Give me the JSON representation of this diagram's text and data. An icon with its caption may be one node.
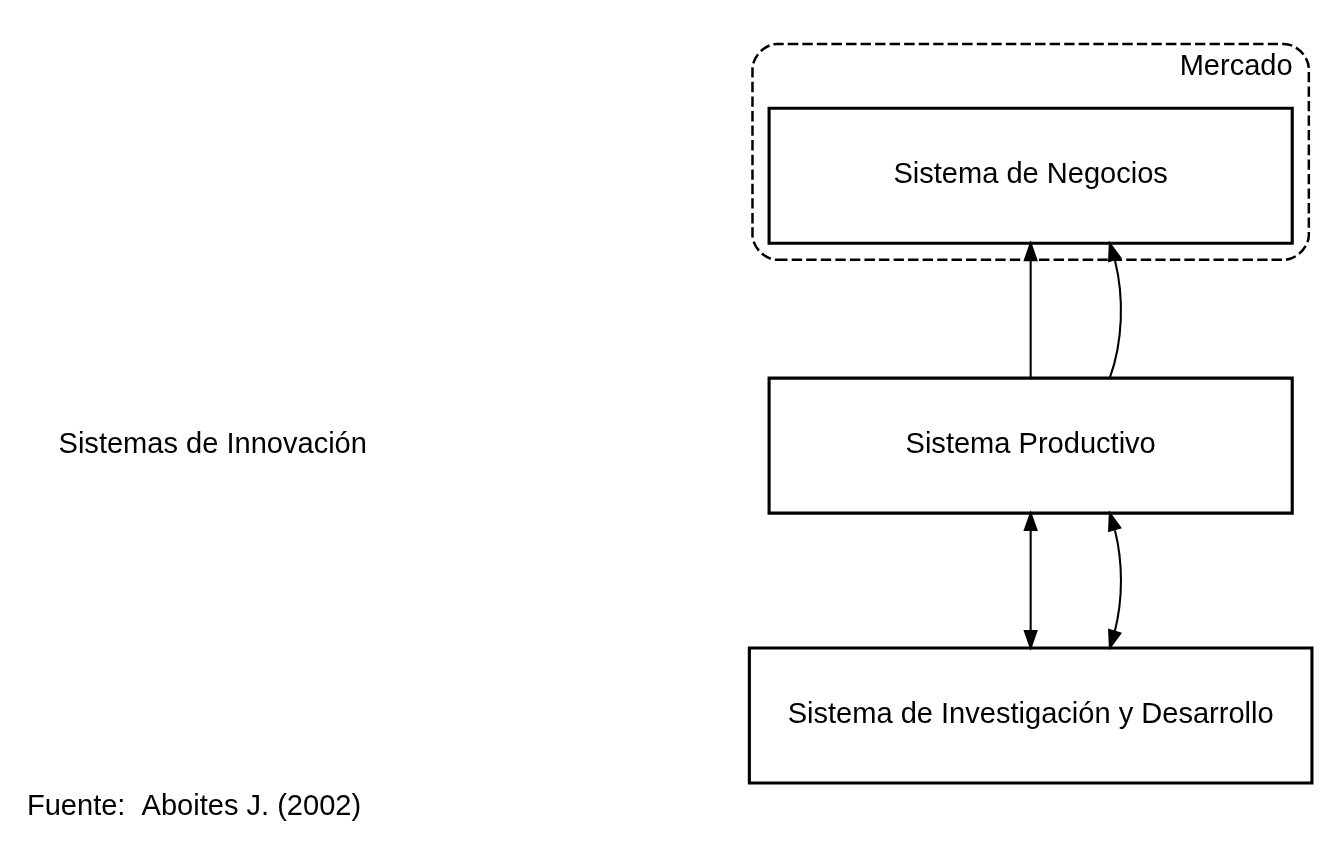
{
  "diagram": {
    "caption": "Fuente:  Aboites J. (2002)",
    "nodes": [
      {
        "text": [
          "Mercado"
        ]
      },
      {
        "text": [
          "Sistema de Negocios"
        ],
        "in": 0
      },
      {
        "text": [
          "Sistema Productivo"
        ]
      },
      {
        "text": [
          "Sistema de Investigación y Desarrollo"
        ]
      }
    ],
    "edges": [
      {
        "from": 2,
        "to": 1,
        "arrow": "to"
      },
      {
        "from": 2,
        "to": 1,
        "arrow": "to"
      },
      {
        "from": 2,
        "to": 3,
        "arrow": "both"
      },
      {
        "from": 2,
        "to": 3,
        "arrow": "both"
      }
    ],
    "labels": [
      "Sistemas de Innovación"
    ]
  }
}
